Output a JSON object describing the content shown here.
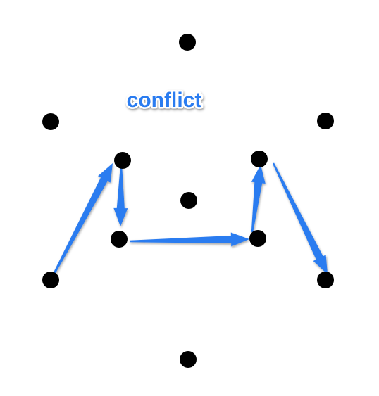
{
  "label": {
    "text": "conflict",
    "color": "#2b7bf0",
    "outline_color": "#ffffff"
  },
  "colors": {
    "dot": "#000000",
    "arrow": "#2b7bf0",
    "background": "#ffffff"
  },
  "dot_names": [
    "dot-top",
    "dot-upper-left",
    "dot-upper-right",
    "dot-inner-upper-left",
    "dot-inner-upper-right",
    "dot-center",
    "dot-inner-lower-left",
    "dot-inner-lower-right",
    "dot-lower-left",
    "dot-lower-right",
    "dot-bottom"
  ],
  "arrow_names": [
    "arrow-lower-left-to-inner-upper-left",
    "arrow-inner-upper-left-to-inner-lower-left",
    "arrow-inner-lower-left-to-inner-lower-right",
    "arrow-inner-lower-right-to-inner-upper-right",
    "arrow-inner-upper-right-to-lower-right"
  ]
}
